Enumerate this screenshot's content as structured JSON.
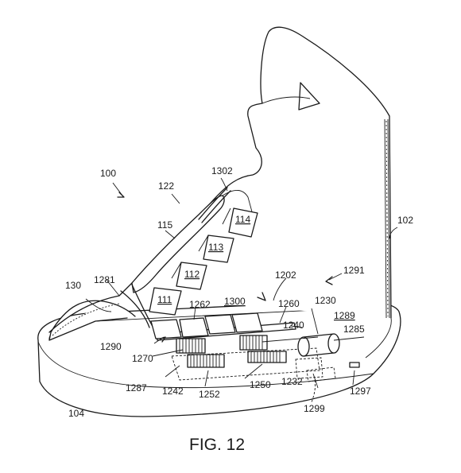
{
  "figure": {
    "caption": "FIG. 12",
    "labels": {
      "l100": "100",
      "l102": "102",
      "l104": "104",
      "l111": "111",
      "l112": "112",
      "l113": "113",
      "l114": "114",
      "l115": "115",
      "l122": "122",
      "l130": "130",
      "l1202": "1202",
      "l1230": "1230",
      "l1232": "1232",
      "l1240": "1240",
      "l1242": "1242",
      "l1250": "1250",
      "l1252": "1252",
      "l1260": "1260",
      "l1262": "1262",
      "l1270": "1270",
      "l1281": "1281",
      "l1285": "1285",
      "l1287": "1287",
      "l1289": "1289",
      "l1290": "1290",
      "l1291": "1291",
      "l1297": "1297",
      "l1299": "1299",
      "l1300": "1300",
      "l1302": "1302"
    }
  }
}
